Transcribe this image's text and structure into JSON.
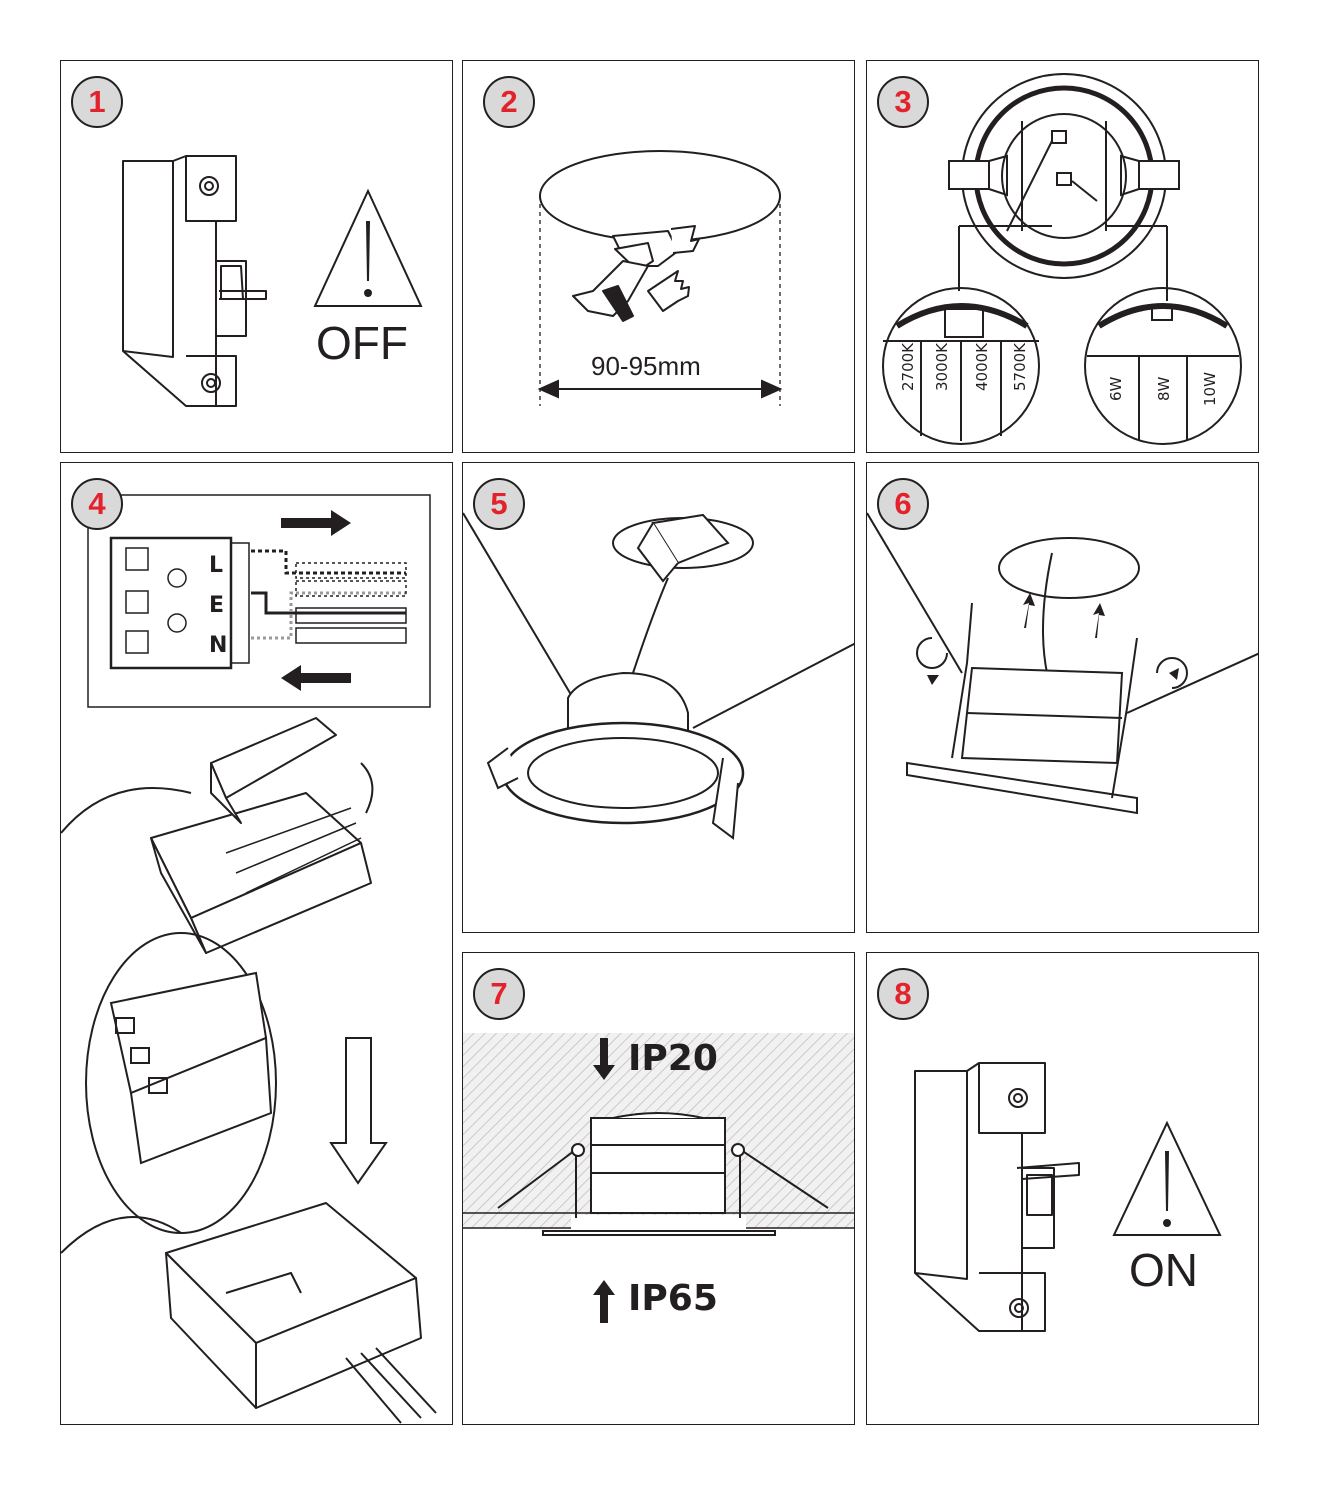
{
  "colors": {
    "badge_digit": "#e3232c",
    "badge_fill": "#d9d9d9",
    "line": "#231f20",
    "hatch": "#bdbdbd"
  },
  "steps": [
    {
      "number": "1",
      "caption": "OFF"
    },
    {
      "number": "2",
      "caption": "90-95mm"
    },
    {
      "number": "3",
      "cct_labels": [
        "2700K",
        "3000K",
        "4000K",
        "5700K"
      ],
      "power_labels": [
        "6W",
        "8W",
        "10W"
      ]
    },
    {
      "number": "4",
      "terminal_letters": [
        "L",
        "E",
        "N"
      ]
    },
    {
      "number": "5"
    },
    {
      "number": "6"
    },
    {
      "number": "7",
      "ip_top": "IP20",
      "ip_bottom": "IP65"
    },
    {
      "number": "8",
      "caption": "ON"
    }
  ]
}
